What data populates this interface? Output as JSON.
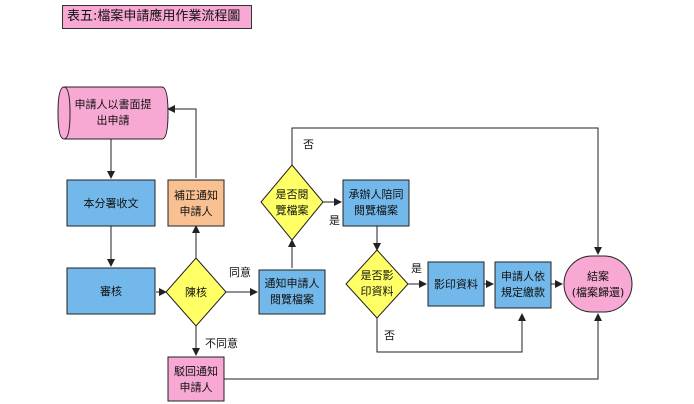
{
  "title": "表五:檔案申請應用作業流程圖",
  "colors": {
    "pink": "#f7a8d3",
    "blue": "#72b8ea",
    "orange": "#f9c191",
    "yellow": "#ffff66",
    "line": "#222222"
  },
  "nodes": {
    "apply_line1": "申請人以書面提",
    "apply_line2": "出申請",
    "receive": "本分署收文",
    "review": "審核",
    "review_decision": "陳核",
    "supplement_line1": "補正通知",
    "supplement_line2": "申請人",
    "reject_line1": "駁回通知",
    "reject_line2": "申請人",
    "notify_line1": "通知申請人",
    "notify_line2": "閱覽檔案",
    "view_decision_line1": "是否閱",
    "view_decision_line2": "覽檔案",
    "handler_line1": "承辦人陪同",
    "handler_line2": "閱覽檔案",
    "copy_decision_line1": "是否影",
    "copy_decision_line2": "印資料",
    "copy": "影印資料",
    "pay_line1": "申請人依",
    "pay_line2": "規定繳款",
    "close_line1": "結案",
    "close_line2": "(檔案歸還)"
  },
  "edge_labels": {
    "agree": "同意",
    "disagree": "不同意",
    "view_no": "否",
    "view_yes": "是",
    "copy_yes": "是",
    "copy_no": "否"
  }
}
